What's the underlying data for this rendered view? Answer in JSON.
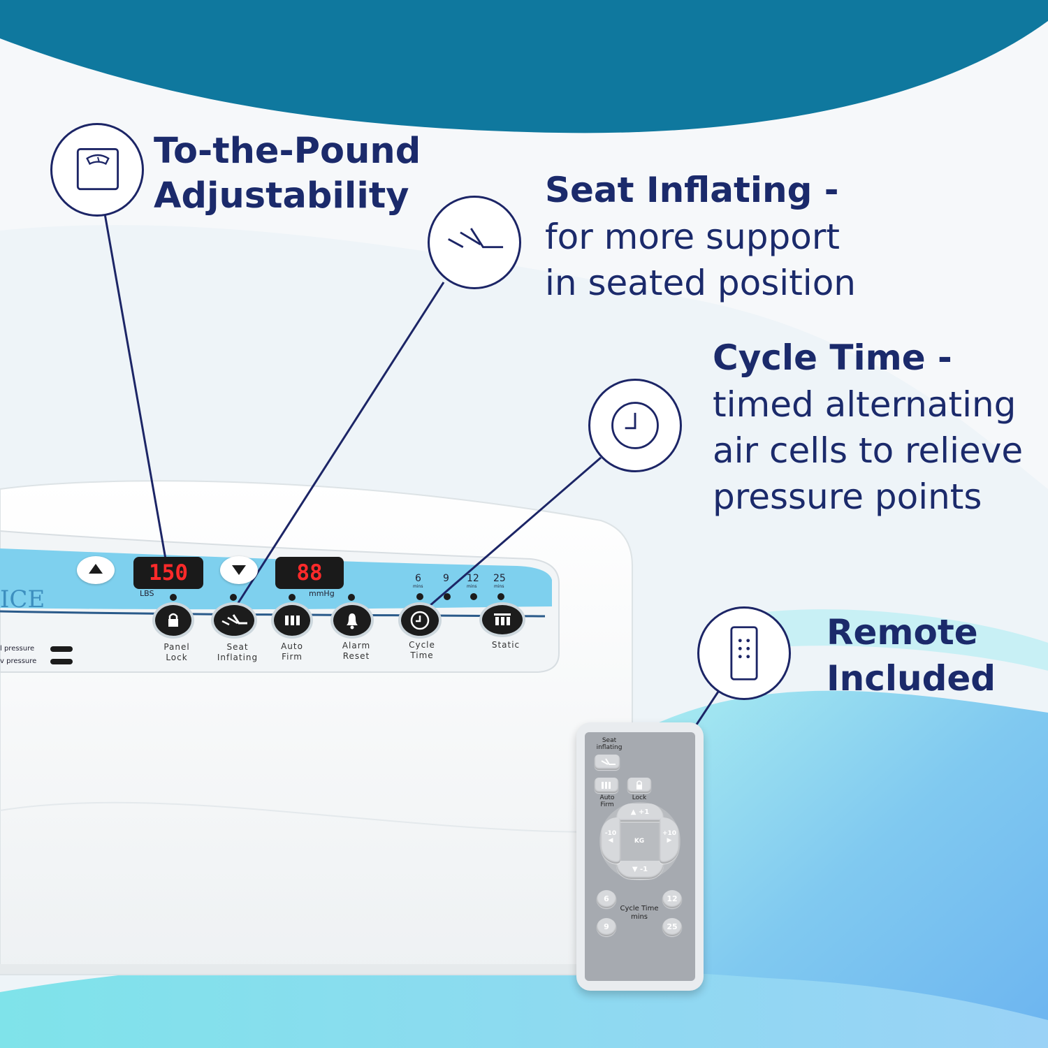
{
  "features": {
    "pound": {
      "title_line1": "To-the-Pound",
      "title_line2": "Adjustability",
      "icon": "scale-icon"
    },
    "seat": {
      "title": "Seat Inflating -",
      "line1": "for more support",
      "line2": "in seated position",
      "icon": "seat-inflating-icon"
    },
    "cycle": {
      "title": "Cycle Time -",
      "line1": "timed alternating",
      "line2": "air cells to relieve",
      "line3": "pressure points",
      "icon": "clock-icon"
    },
    "remote": {
      "title_line1": "Remote",
      "title_line2": "Included",
      "icon": "remote-control-icon"
    }
  },
  "control_unit": {
    "brand_partial": "ICE",
    "weight_display": "150",
    "weight_unit": "LBS",
    "pressure_display": "88",
    "pressure_unit": "mmHg",
    "cycle_options": [
      "6",
      "9",
      "12",
      "25"
    ],
    "cycle_option_unit": "mins",
    "buttons": [
      {
        "line1": "Panel",
        "line2": "Lock",
        "icon": "lock-icon"
      },
      {
        "line1": "Seat",
        "line2": "Inflating",
        "icon": "seat-icon"
      },
      {
        "line1": "Auto",
        "line2": "Firm",
        "icon": "bars-icon"
      },
      {
        "line1": "Alarm",
        "line2": "Reset",
        "icon": "bell-icon"
      },
      {
        "line1": "Cycle",
        "line2": "Time",
        "icon": "clock-icon"
      },
      {
        "line1": "Static",
        "line2": "",
        "icon": "static-icon"
      }
    ],
    "indicators": {
      "normal": "l pressure",
      "low": "v pressure"
    }
  },
  "remote": {
    "seat_label_line1": "Seat",
    "seat_label_line2": "inflating",
    "auto_label_line1": "Auto",
    "auto_label_line2": "Firm",
    "lock_label": "Lock",
    "up_label": "+1",
    "down_label": "-1",
    "left_label": "-10",
    "right_label": "+10",
    "center_label": "KG",
    "cycle_label_line1": "Cycle Time",
    "cycle_label_line2": "mins",
    "cycle_buttons": [
      "6",
      "12",
      "9",
      "25"
    ]
  },
  "colors": {
    "navy": "#1b2a6b",
    "top_band": "#0f789e",
    "panel_blue": "#7ed0ee",
    "led_red": "#ff2a2a"
  }
}
